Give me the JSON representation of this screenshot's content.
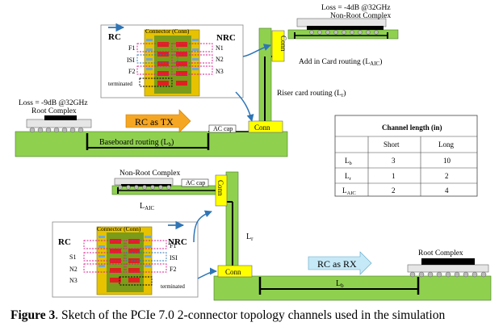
{
  "caption": {
    "label": "Figure 3",
    "text": ". Sketch of the PCIe 7.0 2-connector topology channels used in the simulation"
  },
  "top": {
    "loss_nrc": "Loss = -4dB @32GHz",
    "nrc_title": "Non-Root Complex",
    "aic_routing": "Add in Card routing (L",
    "aic_sub": "AIC",
    "riser_routing": "Riser card routing (L",
    "riser_sub": "r",
    "loss_rc": "Loss = -9dB @32GHz",
    "rc_title": "Root Complex",
    "rc_as_tx": "RC as TX",
    "ac_cap": "AC cap",
    "conn": "Conn",
    "baseboard_routing": "Baseboard routing (L",
    "baseboard_sub": "b"
  },
  "inset_top": {
    "title": "Connector (Conn)",
    "rc": "RC",
    "nrc": "NRC",
    "f1": "F1",
    "isi": "ISI",
    "f2": "F2",
    "terminated": "terminated",
    "n1": "N1",
    "n2": "N2",
    "n3": "N3"
  },
  "table": {
    "header": "Channel length (in)",
    "col_short": "Short",
    "col_long": "Long",
    "rows": [
      {
        "name": "L",
        "sub": "b",
        "short": "3",
        "long": "10"
      },
      {
        "name": "L",
        "sub": "r",
        "short": "1",
        "long": "2"
      },
      {
        "name": "L",
        "sub": "AIC",
        "short": "2",
        "long": "4"
      }
    ]
  },
  "bottom": {
    "nrc_title": "Non-Root Complex",
    "ac_cap": "AC cap",
    "l_aic": "L",
    "l_aic_sub": "AIC",
    "conn": "Conn",
    "lr": "L",
    "lr_sub": "r",
    "rc_as_rx": "RC as RX",
    "rc_title": "Root Complex",
    "lb": "L",
    "lb_sub": "b"
  },
  "inset_bottom": {
    "title": "Connector (Conn)",
    "rc": "RC",
    "nrc": "NRC",
    "s1": "S1",
    "n2": "N2",
    "n3": "N3",
    "f1": "F1",
    "isi": "ISI",
    "f2": "F2",
    "terminated": "terminated"
  },
  "colors": {
    "board_green": "#8fd14f",
    "conn_yellow": "#ffff00",
    "arrow_orange": "#f5a623",
    "arrow_lightblue": "#c6e9f7",
    "trace_black": "#000000",
    "link_blue": "#2e75b6"
  }
}
